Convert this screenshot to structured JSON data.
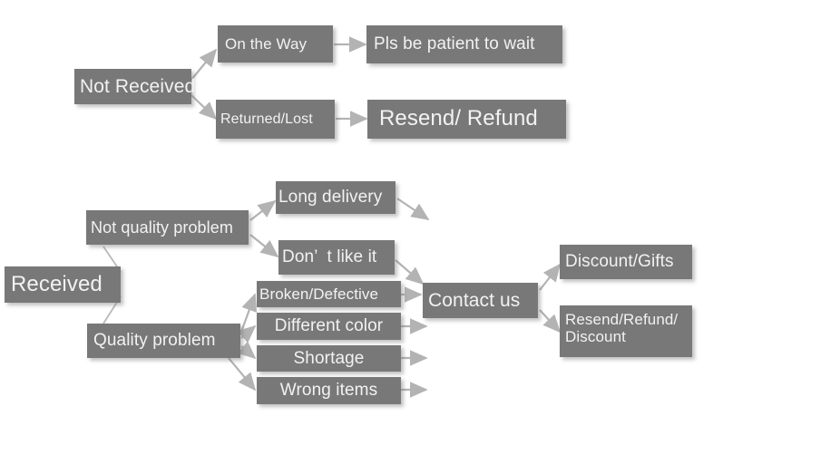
{
  "diagram": {
    "title": "Order issue resolution flowchart",
    "background_color": "#ffffff",
    "node_fill": "#787878",
    "node_text_color": "#f2f2f2",
    "arrow_color": "#b3b3b3",
    "nodes": {
      "not_received": "Not Received",
      "on_the_way": "On the Way",
      "pls_be_patient": "Pls be patient to wait",
      "returned_lost": "Returned/Lost",
      "resend_refund": "Resend/ Refund",
      "received": "Received",
      "not_quality_problem": "Not quality problem",
      "quality_problem": "Quality problem",
      "long_delivery": "Long delivery",
      "dont_like_it": "Don’  t like it",
      "broken_defective": "Broken/Defective",
      "different_color": "Different color",
      "shortage": "Shortage",
      "wrong_items": "Wrong items",
      "contact_us": "Contact us",
      "discount_gifts": "Discount/Gifts",
      "resend_refund_discount": "Resend/Refund/\nDiscount"
    }
  }
}
